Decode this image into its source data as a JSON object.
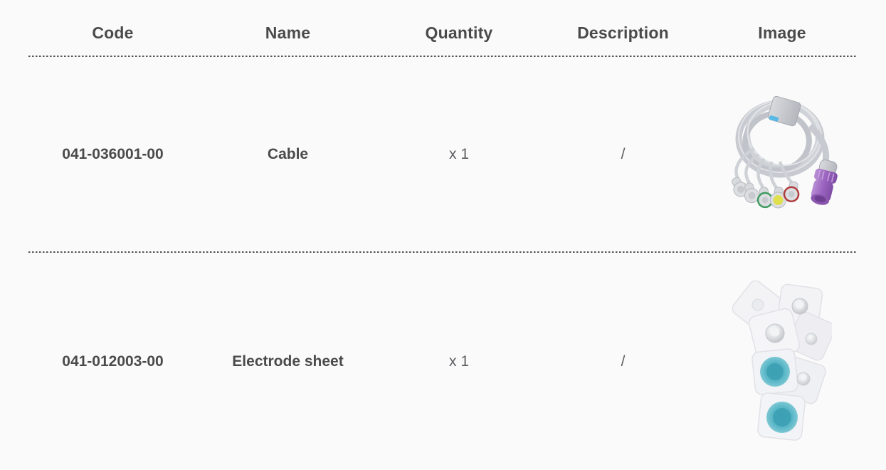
{
  "table": {
    "columns": [
      {
        "label": "Code"
      },
      {
        "label": "Name"
      },
      {
        "label": "Quantity"
      },
      {
        "label": "Description"
      },
      {
        "label": "Image"
      }
    ],
    "rows": [
      {
        "code": "041-036001-00",
        "name": "Cable",
        "quantity": "x 1",
        "description": "/",
        "image_name": "ecg-trunk-cable-photo"
      },
      {
        "code": "041-012003-00",
        "name": "Electrode sheet",
        "quantity": "x 1",
        "description": "/",
        "image_name": "electrode-sheet-photo"
      }
    ]
  },
  "colors": {
    "background": "#fafafa",
    "heading_text": "#4a4a4b",
    "body_text": "#5c5d60",
    "dotted_divider": "#535355",
    "cable_gray": "#c9ccd2",
    "connector_purple": "#a06cc4",
    "lead_yellow": "#e0e04f",
    "lead_green": "#3f9b5f",
    "lead_red": "#b03c3c",
    "electrode_teal": "#52b4c5"
  }
}
